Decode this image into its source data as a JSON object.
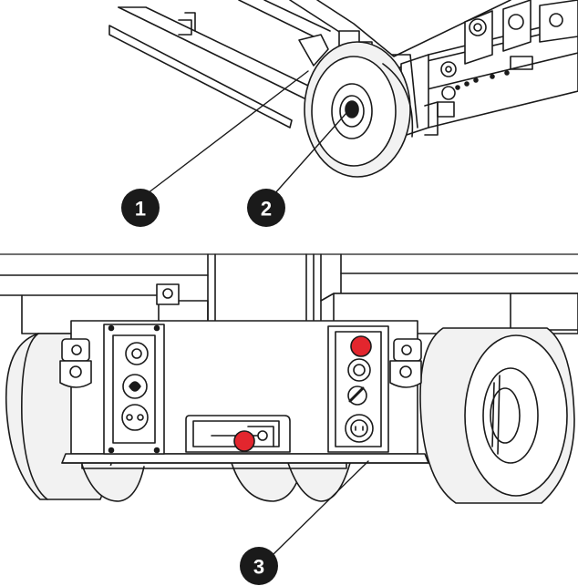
{
  "figure": {
    "callouts": [
      {
        "id": "callout-1",
        "label": "1"
      },
      {
        "id": "callout-2",
        "label": "2"
      },
      {
        "id": "callout-3",
        "label": "3"
      }
    ],
    "colors": {
      "line": "#1a1a1a",
      "panel_fill": "#ffffff",
      "wheel_shade": "#f2f2f2",
      "callout_fill": "#1a1a1a",
      "callout_text": "#ffffff",
      "red_button": "#e3262e"
    }
  }
}
